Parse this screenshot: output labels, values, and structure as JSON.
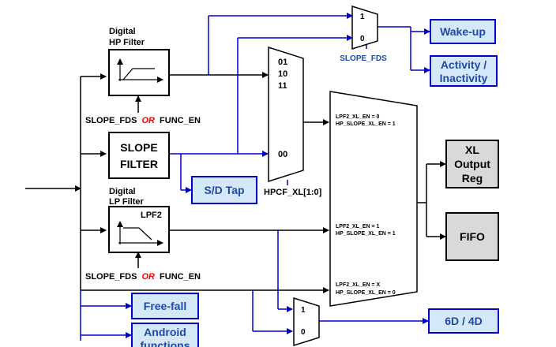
{
  "blocks": {
    "hp_filter": {
      "caption_line1": "Digital",
      "caption_line2": "HP Filter"
    },
    "slope_filter": {
      "line1": "SLOPE",
      "line2": "FILTER"
    },
    "lp_filter": {
      "caption_line1": "Digital",
      "caption_line2": "LP Filter",
      "inner_label": "LPF2"
    },
    "xl_output_reg": {
      "line1": "XL",
      "line2": "Output",
      "line3": "Reg"
    },
    "fifo": {
      "label": "FIFO"
    }
  },
  "control_labels": {
    "hp_control": {
      "part1": "SLOPE_FDS",
      "part2": "OR",
      "part3": "FUNC_EN"
    },
    "lp_control": {
      "part1": "SLOPE_FDS",
      "part2": "OR",
      "part3": "FUNC_EN"
    }
  },
  "mux_top": {
    "in1": "1",
    "in0": "0",
    "select_label": "SLOPE_FDS"
  },
  "mux_hpcf": {
    "in01": "01",
    "in10": "10",
    "in11": "11",
    "in00": "00",
    "select_label": "HPCF_XL[1:0]"
  },
  "mux_bottom": {
    "in1": "1",
    "in0": "0"
  },
  "big_mux": {
    "cond1_line1": "LPF2_XL_EN = 0",
    "cond1_line2": "HP_SLOPE_XL_EN = 1",
    "cond2_line1": "LPF2_XL_EN = 1",
    "cond2_line2": "HP_SLOPE_XL_EN = 1",
    "cond3_line1": "LPF2_XL_EN = X",
    "cond3_line2": "HP_SLOPE_XL_EN = 0"
  },
  "functions": {
    "wake_up": "Wake-up",
    "activity_line1": "Activity /",
    "activity_line2": "Inactivity",
    "sd_tap": "S/D Tap",
    "free_fall": "Free-fall",
    "android_line1": "Android",
    "android_line2": "functions",
    "six_d": "6D / 4D"
  },
  "colors": {
    "signal_line": "#000000",
    "embedded_line": "#0000cc",
    "function_fill": "#d4e8f7",
    "function_border": "#0000cc",
    "function_text": "#1f4aa8",
    "block_fill": "#ffffff",
    "output_fill": "#d9d9d9",
    "or_text": "#ff0000"
  }
}
